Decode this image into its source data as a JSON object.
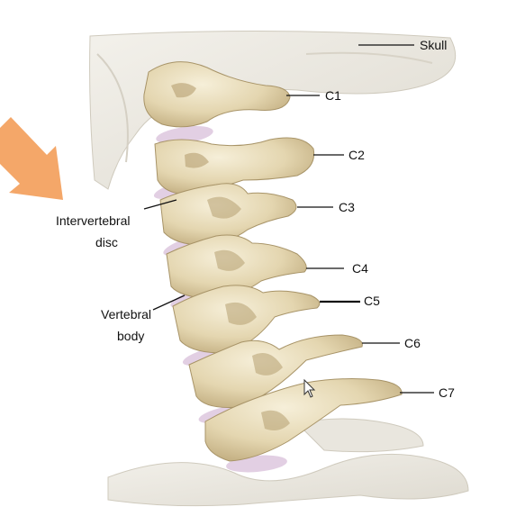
{
  "labels": {
    "skull": "Skull",
    "c1": "C1",
    "c2": "C2",
    "c3": "C3",
    "c4": "C4",
    "c5": "C5",
    "c6": "C6",
    "c7": "C7",
    "intervertebral_line1": "Intervertebral",
    "intervertebral_line2": "disc",
    "vertebral_line1": "Vertebral",
    "vertebral_line2": "body"
  },
  "colors": {
    "background": "#ffffff",
    "bone_light": "#efe6cc",
    "bone_mid": "#d8c9a0",
    "bone_shadow": "#b9a57a",
    "skull_pale": "#eceae3",
    "disc": "#e2cfe3",
    "arrow": "#f4a769",
    "leader_line": "#111111"
  }
}
